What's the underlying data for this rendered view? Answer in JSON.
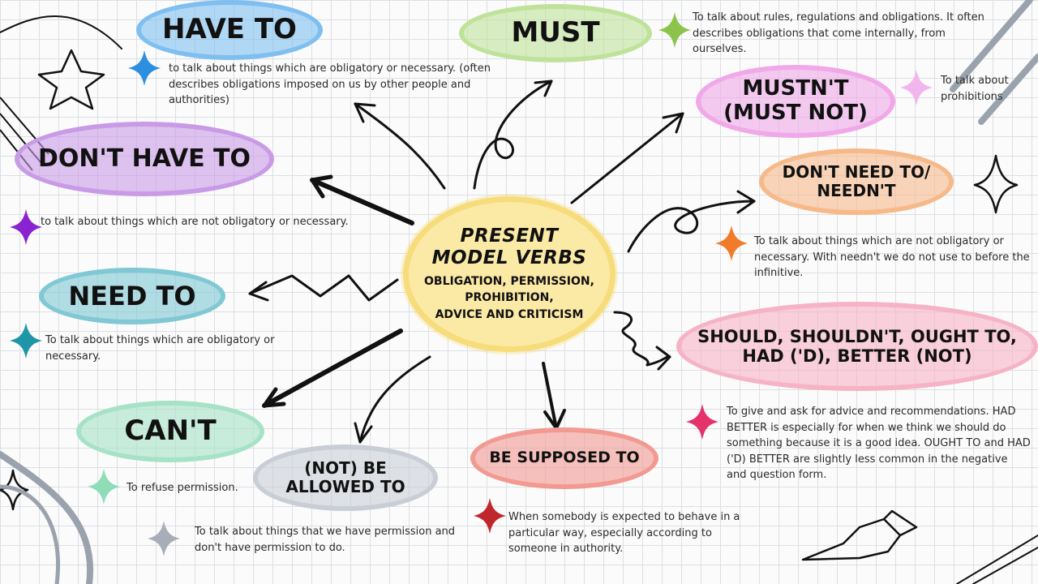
{
  "center": {
    "title_line1": "PRESENT",
    "title_line2": "MODEL VERBS",
    "sub_line1": "OBLIGATION, PERMISSION,",
    "sub_line2": "PROHIBITION,",
    "sub_line3": "ADVICE AND CRITICISM"
  },
  "nodes": {
    "have_to": {
      "label": "HAVE TO",
      "desc": "to talk about things which are obligatory or necessary. (often describes obligations imposed on us by other people and authorities)",
      "color": "#7fbff0",
      "star": "#2d8fe0"
    },
    "must": {
      "label": "MUST",
      "desc": "To talk about rules, regulations and obligations. It often describes obligations that come internally, from ourselves.",
      "color": "#bfe29a",
      "star": "#8cc34b"
    },
    "mustnt": {
      "label_line1": "MUSTN'T",
      "label_line2": "(MUST NOT)",
      "desc": "To talk about prohibitions",
      "color": "#f0a8e8",
      "star": "#f2b6ee"
    },
    "dont_have_to": {
      "label": "DON'T HAVE TO",
      "desc": "to talk about things which are not obligatory or necessary.",
      "color": "#c99be6",
      "star": "#8a22cf"
    },
    "dont_need_to": {
      "label_line1": "DON'T NEED TO/",
      "label_line2": "NEEDN'T",
      "desc": "To talk about things which are not obligatory or necessary. With needn't we do not use to before the infinitive.",
      "color": "#f6b98a",
      "star": "#f07b2a"
    },
    "need_to": {
      "label": "NEED TO",
      "desc": "To talk about things which are obligatory or necessary.",
      "color": "#7fc8d4",
      "star": "#1f95a8"
    },
    "should": {
      "label_line1": "SHOULD, SHOULDN'T, OUGHT TO,",
      "label_line2": "HAD ('D), BETTER (NOT)",
      "desc": "To give and ask for advice and recommendations. HAD BETTER is especially for when we think we should do something because it is a good idea. OUGHT TO and HAD ('D) BETTER are slightly less common in the negative and question form.",
      "color": "#f6b3c6",
      "star": "#e3336a"
    },
    "cant": {
      "label": "CAN'T",
      "desc": "To refuse permission.",
      "color": "#a6e2c6",
      "star": "#8fdcb8"
    },
    "not_allowed": {
      "label_line1": "(NOT) BE",
      "label_line2": "ALLOWED TO",
      "desc": "To talk about things that we have permission and don't have permission to do.",
      "color": "#c9ced6",
      "star": "#a8aeb8"
    },
    "supposed": {
      "label": "BE SUPPOSED TO",
      "desc": "When somebody is expected to behave in a particular way, especially according to someone in authority.",
      "color": "#f29a92",
      "star": "#c0272d"
    }
  }
}
